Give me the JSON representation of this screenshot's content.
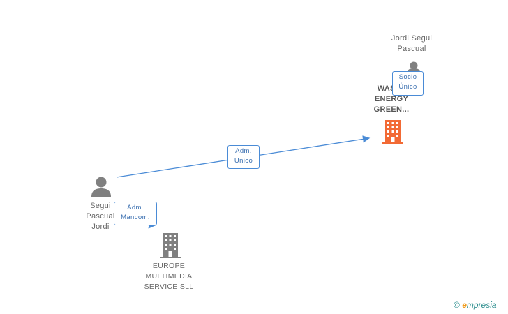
{
  "nodes": {
    "person_top": {
      "name_line1": "Jordi Segui",
      "name_line2": "Pascual"
    },
    "company_waste": {
      "name_line1": "WASTE",
      "name_line2": "ENERGY",
      "name_line3": "GREEN..."
    },
    "person_left": {
      "name_line1": "Segui",
      "name_line2": "Pascual",
      "name_line3": "Jordi"
    },
    "company_europe": {
      "name_line1": "EUROPE",
      "name_line2": "MULTIMEDIA",
      "name_line3": "SERVICE SLL"
    }
  },
  "edges": {
    "socio_unico": {
      "line1": "Socio",
      "line2": "Único"
    },
    "adm_unico": {
      "line1": "Adm.",
      "line2": "Unico"
    },
    "adm_mancom": {
      "line1": "Adm.",
      "line2": "Mancom."
    }
  },
  "brand": {
    "copyright_symbol": "©",
    "e_letter": "e",
    "rest": "mpresia"
  },
  "colors": {
    "edge": "#4a8bd6",
    "person_icon": "#808080",
    "company_active": "#f26a35",
    "company_inactive": "#808080"
  },
  "icons": {
    "person": "person-icon",
    "company": "building-icon"
  }
}
